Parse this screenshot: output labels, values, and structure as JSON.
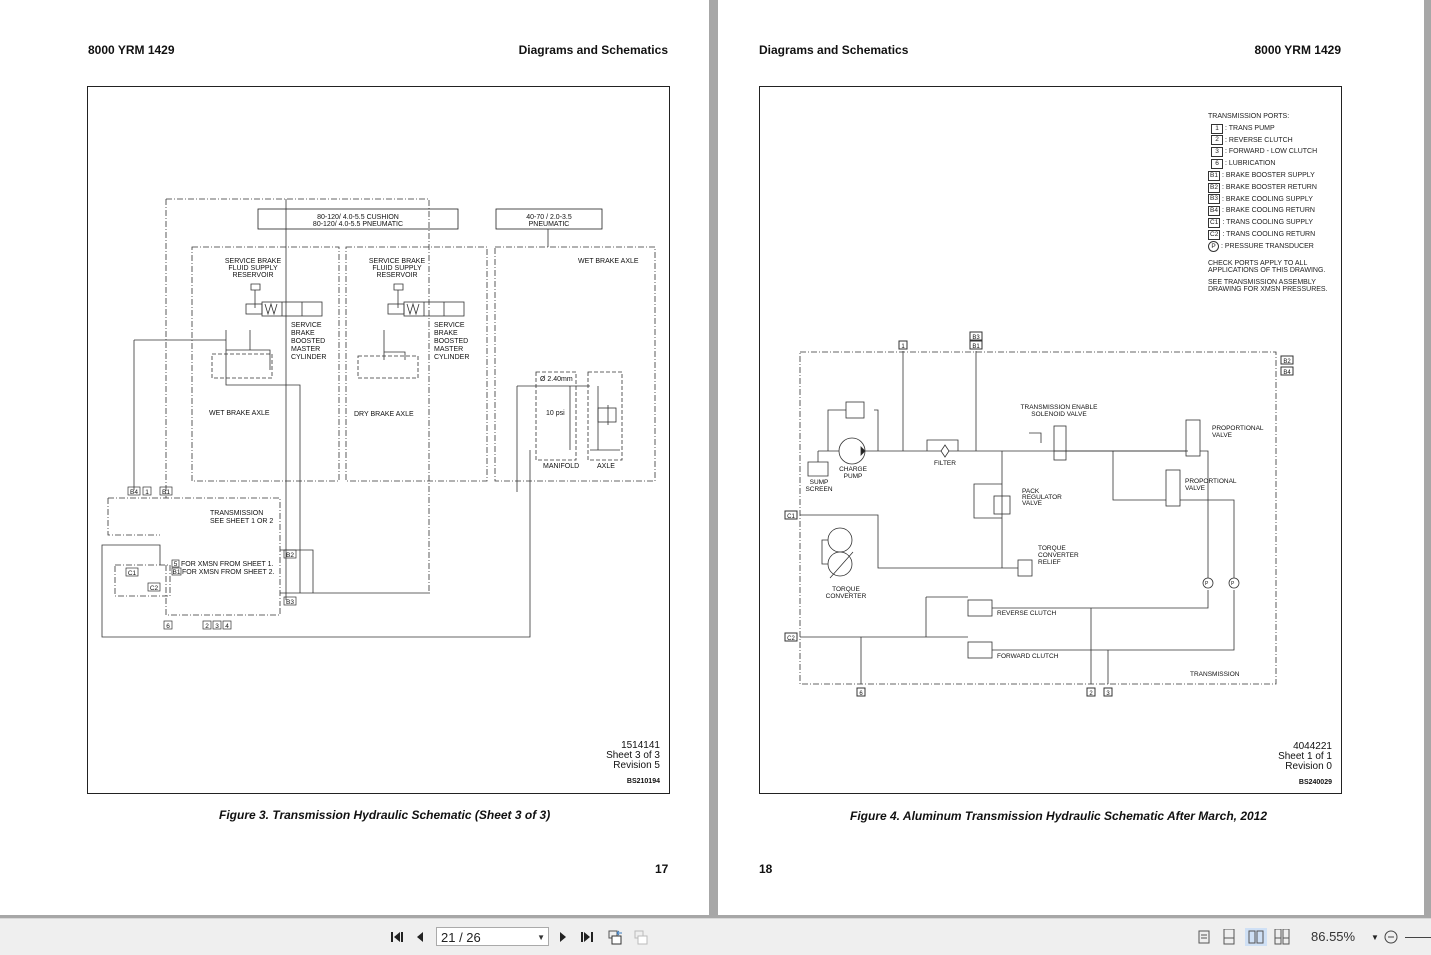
{
  "left_page": {
    "header_left": "8000 YRM 1429",
    "header_right": "Diagrams and Schematics",
    "page_number": "17",
    "caption": "Figure 3. Transmission Hydraulic Schematic (Sheet 3 of 3)",
    "drawing_number": "1514141",
    "sheet": "Sheet 3 of 3",
    "revision": "Revision 5",
    "code": "BS210194",
    "labels": {
      "pressure_box_1": "80-120/ 4.0-5.5 CUSHION",
      "pressure_box_2": "80-120/ 4.0-5.5 PNEUMATIC",
      "pressure_box_3": "40-70 / 2.0-3.5",
      "pressure_box_4": "PNEUMATIC",
      "reservoir_1": "SERVICE BRAKE",
      "reservoir_2": "FLUID SUPPLY",
      "reservoir_3": "RESERVOIR",
      "master_1": "SERVICE",
      "master_2": "BRAKE",
      "master_3": "BOOSTED",
      "master_4": "MASTER",
      "master_5": "CYLINDER",
      "wet_brake_axle": "WET BRAKE AXLE",
      "dry_brake_axle": "DRY BRAKE AXLE",
      "orifice": "Ø 2.40mm",
      "psi": "10 psi",
      "manifold": "MANIFOLD",
      "axle": "AXLE",
      "transmission_1": "TRANSMISSION",
      "transmission_2": "SEE SHEET 1 OR 2",
      "note_1": "FOR XMSN FROM SHEET 1.",
      "note_2": "FOR XMSN FROM SHEET 2.",
      "port_b4": "B4",
      "port_1": "1",
      "port_b1": "B1",
      "port_b2": "B2",
      "port_b3": "B3",
      "port_5": "5",
      "port_c1": "C1",
      "port_c2": "C2",
      "port_6": "6",
      "port_2": "2",
      "port_3": "3",
      "port_4": "4"
    }
  },
  "right_page": {
    "header_left": "Diagrams and Schematics",
    "header_right": "8000 YRM 1429",
    "page_number": "18",
    "caption": "Figure 4. Aluminum Transmission Hydraulic Schematic After March, 2012",
    "drawing_number": "4044221",
    "sheet": "Sheet 1 of 1",
    "revision": "Revision 0",
    "code": "BS240029",
    "legend": {
      "title": "TRANSMISSION PORTS:",
      "items": [
        {
          "port": "1",
          "desc": ": TRANS PUMP"
        },
        {
          "port": "2",
          "desc": ": REVERSE CLUTCH"
        },
        {
          "port": "3",
          "desc": ": FORWARD - LOW CLUTCH"
        },
        {
          "port": "6",
          "desc": ": LUBRICATION"
        },
        {
          "port": "B1",
          "desc": ": BRAKE BOOSTER SUPPLY"
        },
        {
          "port": "B2",
          "desc": ": BRAKE BOOSTER RETURN"
        },
        {
          "port": "B3",
          "desc": ": BRAKE COOLING SUPPLY"
        },
        {
          "port": "B4",
          "desc": ": BRAKE COOLING RETURN"
        },
        {
          "port": "C1",
          "desc": ": TRANS COOLING SUPPLY"
        },
        {
          "port": "C2",
          "desc": ": TRANS COOLING RETURN"
        },
        {
          "port": "P",
          "desc": ": PRESSURE TRANSDUCER"
        }
      ],
      "note_1a": "CHECK PORTS APPLY TO ALL",
      "note_1b": "APPLICATIONS OF THIS DRAWING.",
      "note_2a": "SEE TRANSMISSION ASSEMBLY",
      "note_2b": "DRAWING FOR XMSN PRESSURES."
    },
    "labels": {
      "enable_1": "TRANSMISSION ENABLE",
      "enable_2": "SOLENOID VALVE",
      "prop_1": "PROPORTIONAL",
      "prop_2": "VALVE",
      "filter": "FILTER",
      "charge_1": "CHARGE",
      "charge_2": "PUMP",
      "sump_1": "SUMP",
      "sump_2": "SCREEN",
      "pack_1": "PACK",
      "pack_2": "REGULATOR",
      "pack_3": "VALVE",
      "tcr_1": "TORQUE",
      "tcr_2": "CONVERTER",
      "tcr_3": "RELIEF",
      "tc_1": "TORQUE",
      "tc_2": "CONVERTER",
      "reverse": "REVERSE CLUTCH",
      "forward": "FORWARD CLUTCH",
      "transmission": "TRANSMISSION",
      "port_1": "1",
      "port_b3": "B3",
      "port_b1": "B1",
      "port_b2": "B2",
      "port_b4": "B4",
      "port_c1": "C1",
      "port_c2": "C2",
      "port_6": "6",
      "port_2": "2",
      "port_3": "3",
      "p": "P"
    }
  },
  "toolbar": {
    "page_indicator": "21 / 26",
    "zoom_level": "86.55%"
  }
}
